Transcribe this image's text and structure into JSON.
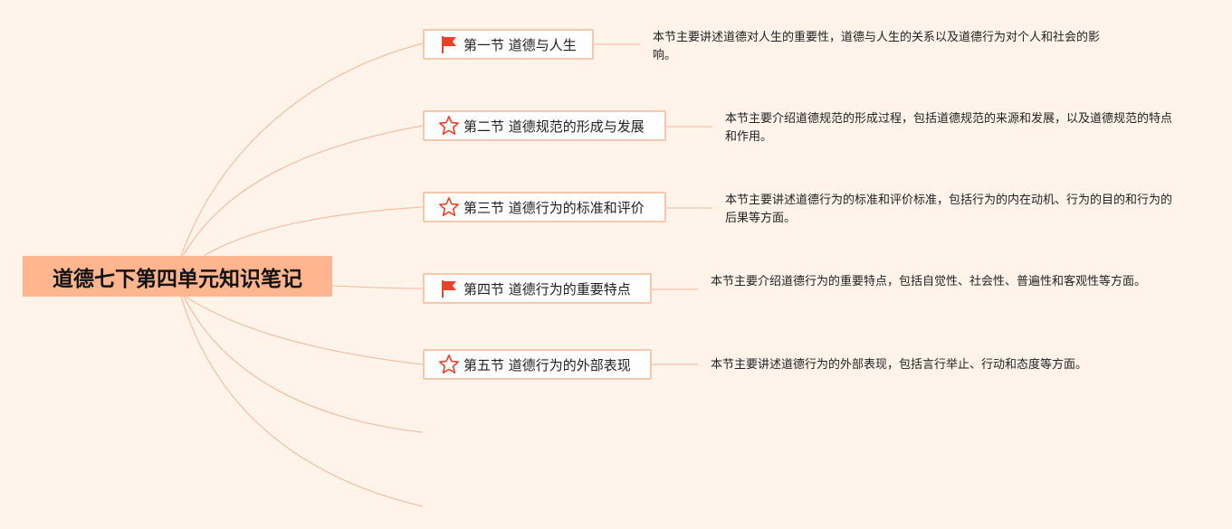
{
  "root": {
    "title": "道德七下第四单元知识笔记"
  },
  "sections": [
    {
      "icon": "red-flag-icon",
      "label": "第一节 道德与人生",
      "description": "本节主要讲述道德对人生的重要性，道德与人生的关系以及道德行为对个人和社会的影响。"
    },
    {
      "icon": "star-outline-icon",
      "label": "第二节 道德规范的形成与发展",
      "description": "本节主要介绍道德规范的形成过程，包括道德规范的来源和发展，以及道德规范的特点和作用。"
    },
    {
      "icon": "star-outline-icon",
      "label": "第三节 道德行为的标准和评价",
      "description": "本节主要讲述道德行为的标准和评价标准，包括行为的内在动机、行为的目的和行为的后果等方面。"
    },
    {
      "icon": "red-flag-icon",
      "label": "第四节 道德行为的重要特点",
      "description": "本节主要介绍道德行为的重要特点，包括自觉性、社会性、普遍性和客观性等方面。"
    },
    {
      "icon": "star-outline-icon",
      "label": "第五节 道德行为的外部表现",
      "description": "本节主要讲述道德行为的外部表现，包括言行举止、行动和态度等方面。"
    }
  ],
  "colors": {
    "background": "#fff3ea",
    "root_fill": "#ffb68e",
    "connector": "#f6b596",
    "topic_border": "#f8c8ad",
    "icon_red": "#e8412c"
  }
}
